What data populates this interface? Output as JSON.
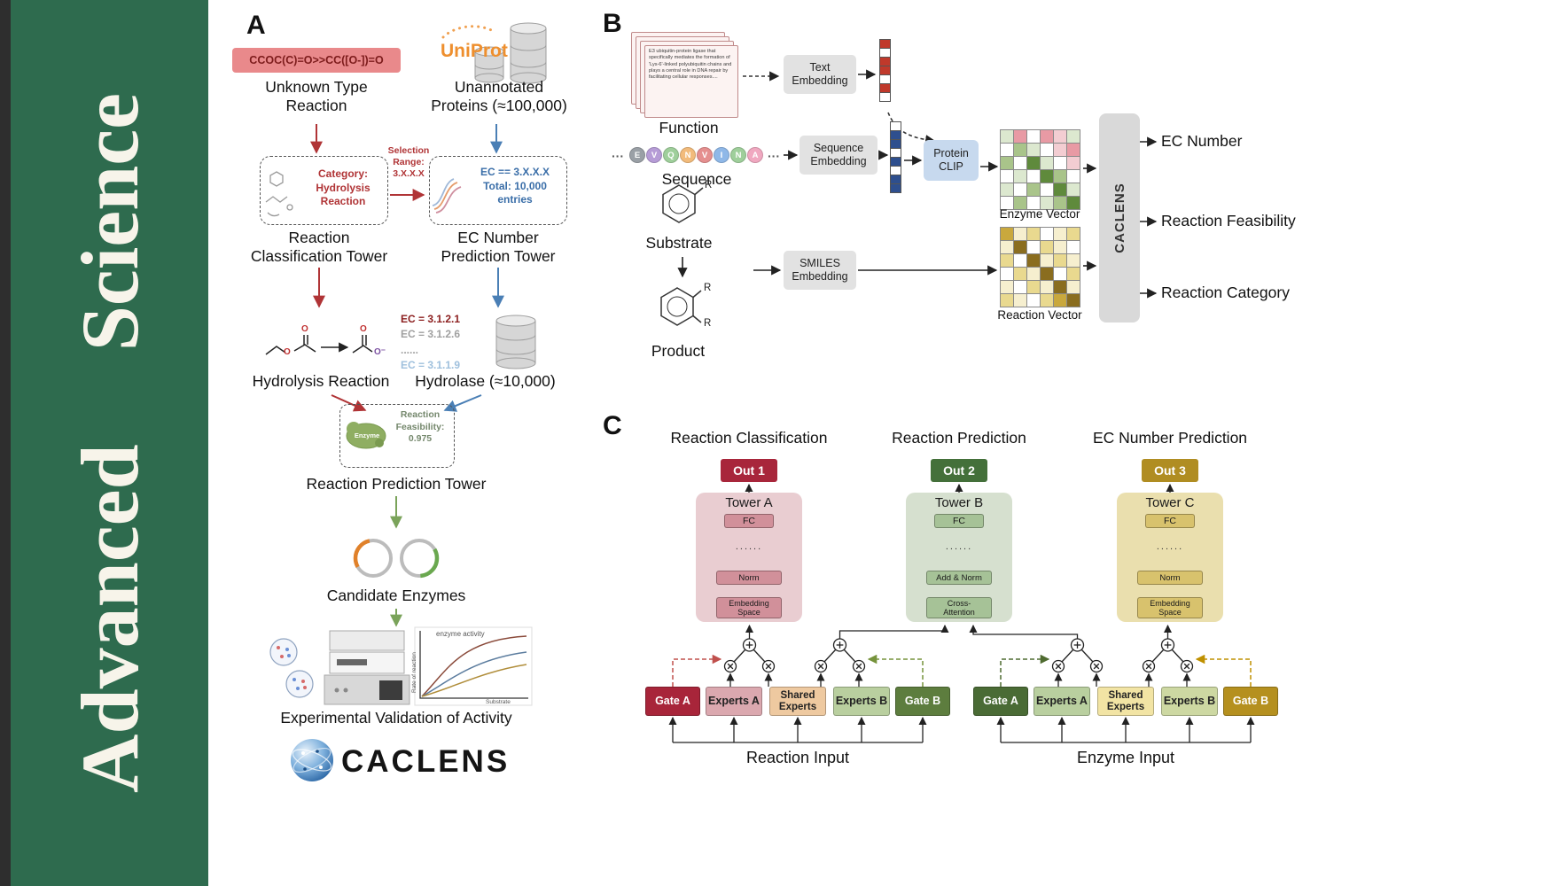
{
  "banner": {
    "word1": "Advanced",
    "word2": "Science",
    "bg": "#2e6b4e"
  },
  "colors": {
    "accentRed": "#b03436",
    "accentBlue": "#4a7fb5",
    "accentGreen": "#7aa35a",
    "bannerGreen": "#2e6b4e",
    "uniprotOrange": "#ee8f2e"
  },
  "panelA": {
    "label": "A",
    "smiles": "CCOC(C)=O>>CC([O-])=O",
    "unknownReaction": "Unknown Type\nReaction",
    "uniprot": "UniProt",
    "unannotated": "Unannotated\nProteins (≈100,000)",
    "categoryBox": "Category:\nHydrolysis\nReaction",
    "selectionRange": "Selection\nRange:\n3.X.X.X",
    "ecBox": "EC == 3.X.X.X\nTotal: 10,000\nentries",
    "tower1": "Reaction\nClassification Tower",
    "tower2": "EC Number\nPrediction Tower",
    "hydrolysisReaction": "Hydrolysis Reaction",
    "ecList": [
      "EC = 3.1.2.1",
      "EC = 3.1.2.6",
      "......",
      "EC = 3.1.1.9"
    ],
    "hydrolase": "Hydrolase (≈10,000)",
    "enzyme": "Enzyme",
    "feasibility": "Reaction\nFeasibility:\n0.975",
    "tower3": "Reaction Prediction Tower",
    "candidates": "Candidate Enzymes",
    "plot": {
      "title": "enzyme activity",
      "xlabel": "Substrate",
      "ylabel": "Rate of reaction"
    },
    "atomO": "O",
    "atomOMinus": "O⁻",
    "validation": "Experimental Validation of Activity",
    "caclens": "CACLENS"
  },
  "panelB": {
    "label": "B",
    "functionCard": "E3 ubiquitin-protein ligase that specifically mediates the formation of 'Lys-6'-linked polyubiquitin chains and plays a central role in DNA repair by facilitating cellular responses....",
    "functionLabel": "Function",
    "textEmbedding": "Text\nEmbedding",
    "dots": "···",
    "sequence": [
      {
        "letter": "E",
        "color": "#9aa0a6"
      },
      {
        "letter": "V",
        "color": "#b69cd6"
      },
      {
        "letter": "Q",
        "color": "#9fcf9b"
      },
      {
        "letter": "N",
        "color": "#f2bb7b"
      },
      {
        "letter": "V",
        "color": "#e58f8f"
      },
      {
        "letter": "I",
        "color": "#8fb8e8"
      },
      {
        "letter": "N",
        "color": "#9fcf9b"
      },
      {
        "letter": "A",
        "color": "#f0a8c0"
      }
    ],
    "sequenceLabel": "Sequence",
    "sequenceEmbedding": "Sequence\nEmbedding",
    "proteinClip": "Protein\nCLIP",
    "enzymeVectorLabel": "Enzyme Vector",
    "substrate": "Substrate",
    "product": "Product",
    "rLabel": "R",
    "smilesEmbedding": "SMILES\nEmbedding",
    "reactionVectorLabel": "Reaction Vector",
    "caclensBox": "CACLENS",
    "outputs": [
      "EC Number",
      "Reaction Feasibility",
      "Reaction Category"
    ],
    "textVector": [
      "#c0392b",
      "#ffffff",
      "#c0392b",
      "#c0392b",
      "#ffffff",
      "#c0392b",
      "#ffffff"
    ],
    "seqVector": [
      "#ffffff",
      "#2e4f8e",
      "#2e4f8e",
      "#ffffff",
      "#2e4f8e",
      "#ffffff",
      "#2e4f8e",
      "#2e4f8e"
    ],
    "enzymeVector": [
      [
        "#dce8cf",
        "#e89aa4",
        "#ffffff",
        "#e89aa4",
        "#f3cdd2",
        "#dce8cf"
      ],
      [
        "#ffffff",
        "#a9c48a",
        "#dce8cf",
        "#ffffff",
        "#f3cdd2",
        "#e89aa4"
      ],
      [
        "#a9c48a",
        "#ffffff",
        "#5f8a3c",
        "#dce8cf",
        "#ffffff",
        "#f3cdd2"
      ],
      [
        "#ffffff",
        "#dce8cf",
        "#ffffff",
        "#5f8a3c",
        "#a9c48a",
        "#ffffff"
      ],
      [
        "#dce8cf",
        "#ffffff",
        "#a9c48a",
        "#ffffff",
        "#5f8a3c",
        "#dce8cf"
      ],
      [
        "#ffffff",
        "#a9c48a",
        "#ffffff",
        "#dce8cf",
        "#a9c48a",
        "#5f8a3c"
      ]
    ],
    "reactionVector": [
      [
        "#c9a83d",
        "#f6efcf",
        "#e9d98f",
        "#ffffff",
        "#f6efcf",
        "#e9d98f"
      ],
      [
        "#f6efcf",
        "#8a6d1f",
        "#ffffff",
        "#e9d98f",
        "#f6efcf",
        "#ffffff"
      ],
      [
        "#e9d98f",
        "#ffffff",
        "#8a6d1f",
        "#f6efcf",
        "#e9d98f",
        "#f6efcf"
      ],
      [
        "#ffffff",
        "#e9d98f",
        "#f6efcf",
        "#8a6d1f",
        "#ffffff",
        "#e9d98f"
      ],
      [
        "#f6efcf",
        "#ffffff",
        "#e9d98f",
        "#f6efcf",
        "#8a6d1f",
        "#f6efcf"
      ],
      [
        "#e9d98f",
        "#f6efcf",
        "#ffffff",
        "#e9d98f",
        "#c9a83d",
        "#8a6d1f"
      ]
    ]
  },
  "panelC": {
    "label": "C",
    "columns": [
      "Reaction Classification",
      "Reaction Prediction",
      "EC Number Prediction"
    ],
    "outs": [
      {
        "label": "Out 1",
        "bg": "#a8263b"
      },
      {
        "label": "Out 2",
        "bg": "#44703a"
      },
      {
        "label": "Out 3",
        "bg": "#b08d22"
      }
    ],
    "towers": [
      {
        "title": "Tower A",
        "panel": "#e9cdd1",
        "box": "#d1909a",
        "fc": "FC",
        "dots": "......",
        "mid": "Norm",
        "bottom": "Embedding\nSpace"
      },
      {
        "title": "Tower B",
        "panel": "#d6e0cf",
        "box": "#a6c297",
        "fc": "FC",
        "dots": "......",
        "mid": "Add & Norm",
        "bottom": "Cross-\nAttention"
      },
      {
        "title": "Tower C",
        "panel": "#eadfae",
        "box": "#d8c26d",
        "fc": "FC",
        "dots": "......",
        "mid": "Norm",
        "bottom": "Embedding\nSpace"
      }
    ],
    "groupLeft": [
      {
        "label": "Gate A",
        "bg": "#a8253a",
        "fg": "#ffffff"
      },
      {
        "label": "Experts A",
        "bg": "#dba8af",
        "fg": "#222222"
      },
      {
        "label": "Shared\nExperts",
        "bg": "#eec9a0",
        "fg": "#222222"
      },
      {
        "label": "Experts B",
        "bg": "#b9cf9f",
        "fg": "#222222"
      },
      {
        "label": "Gate B",
        "bg": "#5d7d3e",
        "fg": "#ffffff"
      }
    ],
    "groupRight": [
      {
        "label": "Gate A",
        "bg": "#4a6b35",
        "fg": "#ffffff"
      },
      {
        "label": "Experts A",
        "bg": "#b9cf9f",
        "fg": "#222222"
      },
      {
        "label": "Shared\nExperts",
        "bg": "#f2e4a4",
        "fg": "#222222"
      },
      {
        "label": "Experts B",
        "bg": "#cdd8a2",
        "fg": "#222222"
      },
      {
        "label": "Gate B",
        "bg": "#b5901f",
        "fg": "#ffffff"
      }
    ],
    "inputs": [
      "Reaction Input",
      "Enzyme Input"
    ]
  }
}
